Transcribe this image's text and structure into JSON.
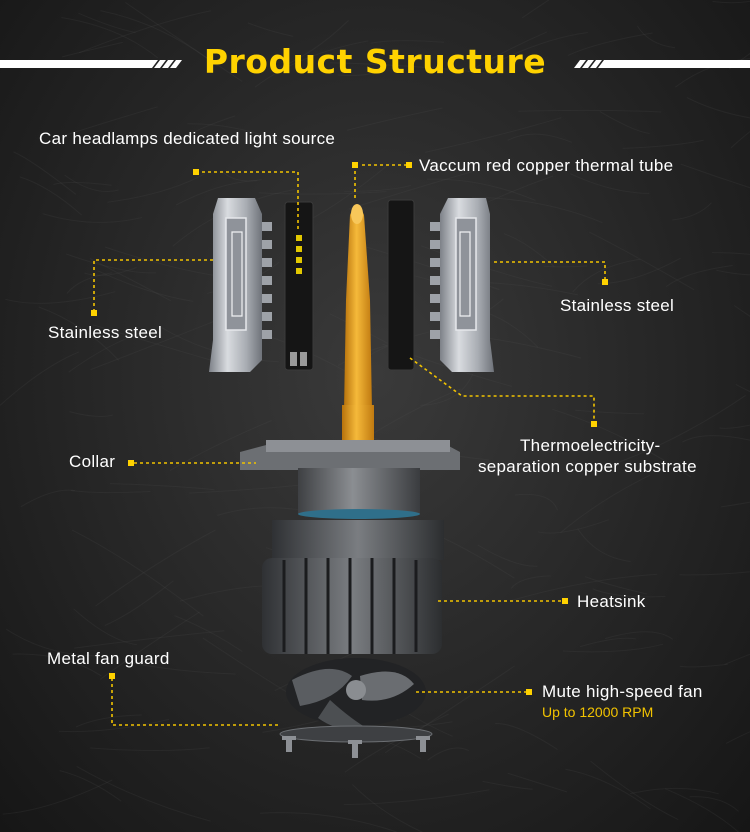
{
  "title": "Product Structure",
  "labels": {
    "light_source": "Car headlamps dedicated light source",
    "thermal_tube": "Vaccum red copper thermal tube",
    "steel_left": "Stainless steel",
    "steel_right": "Stainless steel",
    "substrate_line1": "Thermoelectricity-",
    "substrate_line2": "separation copper substrate",
    "collar": "Collar",
    "heatsink": "Heatsink",
    "fan_guard": "Metal fan guard",
    "fan": "Mute high-speed fan",
    "fan_speed": "Up to 12000 RPM"
  },
  "colors": {
    "accent": "#ffd200",
    "leader": "#f2c300",
    "copper_tube": "#e9a21a",
    "steel": "#b8bcc2",
    "background": "#262626"
  }
}
